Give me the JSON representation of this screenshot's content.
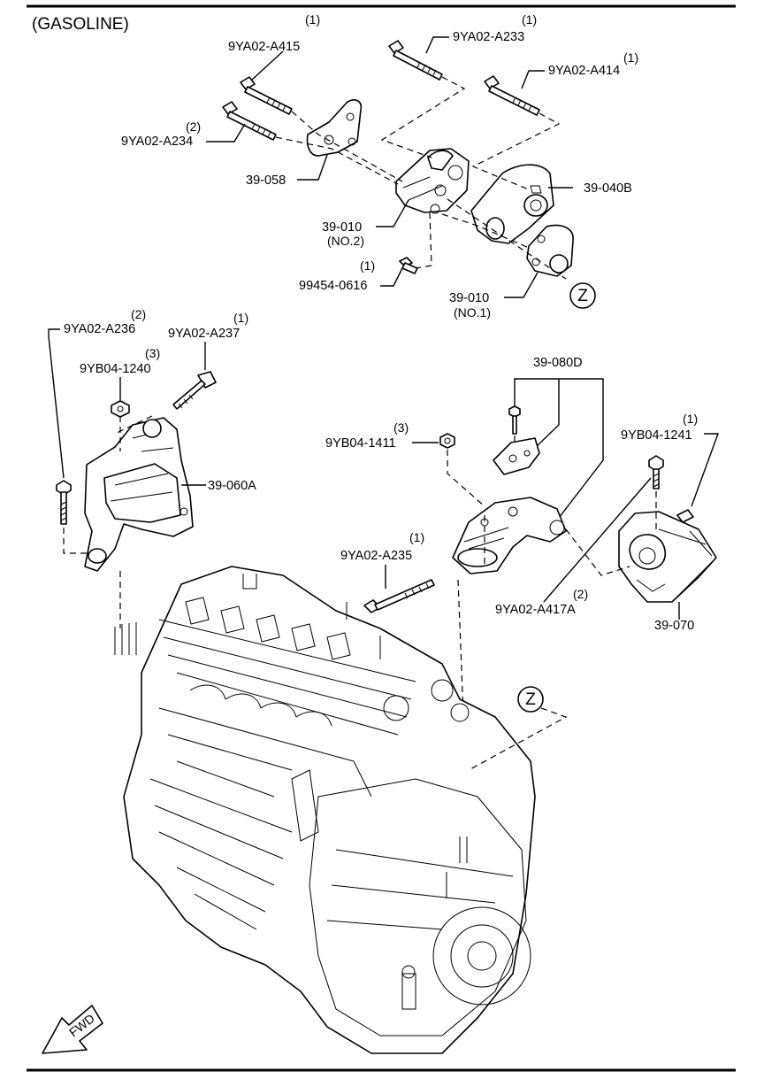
{
  "title": "(GASOLINE)",
  "callouts": [
    {
      "part": "9YA02-A415",
      "qty": "(1)"
    },
    {
      "part": "9YA02-A233",
      "qty": "(1)"
    },
    {
      "part": "9YA02-A414",
      "qty": "(1)"
    },
    {
      "part": "9YA02-A234",
      "qty": "(2)"
    },
    {
      "part": "39-058",
      "qty": ""
    },
    {
      "part": "39-040B",
      "qty": ""
    },
    {
      "part": "39-010",
      "qty": "",
      "note": "(NO.2)"
    },
    {
      "part": "99454-0616",
      "qty": "(1)"
    },
    {
      "part": "39-010",
      "qty": "",
      "note": "(NO.1)"
    },
    {
      "part": "9YA02-A236",
      "qty": "(2)"
    },
    {
      "part": "9YA02-A237",
      "qty": "(1)"
    },
    {
      "part": "9YB04-1240",
      "qty": "(3)"
    },
    {
      "part": "39-060A",
      "qty": ""
    },
    {
      "part": "39-080D",
      "qty": ""
    },
    {
      "part": "9YB04-1411",
      "qty": "(3)"
    },
    {
      "part": "9YB04-1241",
      "qty": "(1)"
    },
    {
      "part": "9YA02-A235",
      "qty": "(1)"
    },
    {
      "part": "9YA02-A417A",
      "qty": "(2)"
    },
    {
      "part": "39-070",
      "qty": ""
    }
  ],
  "markers": [
    {
      "letter": "Z"
    },
    {
      "letter": "Z"
    }
  ],
  "fwd_label": "FWD"
}
